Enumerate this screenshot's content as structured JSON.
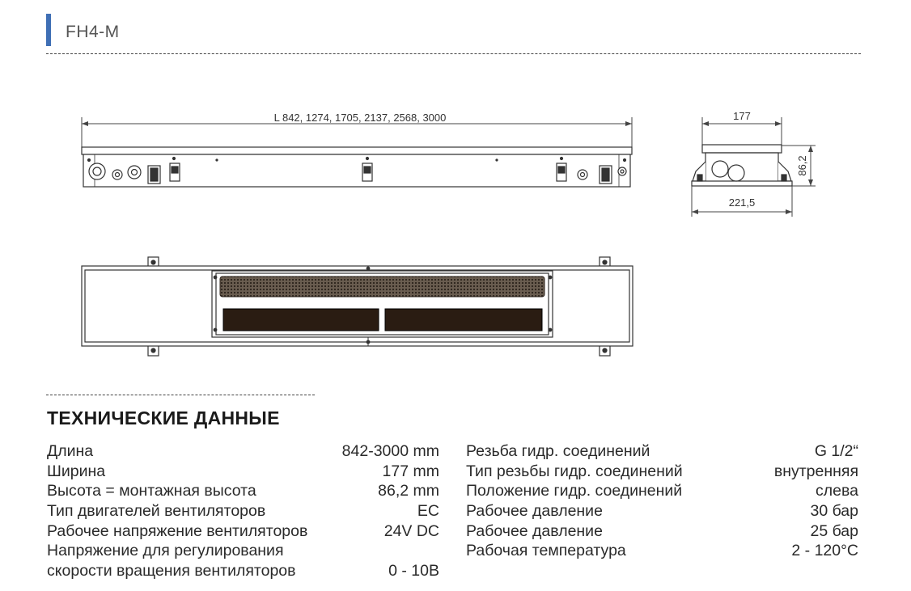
{
  "header": {
    "model": "FH4-M"
  },
  "drawing": {
    "length_label": "L 842, 1274, 1705, 2137, 2568, 3000",
    "width_label": "177",
    "height_label": "86,2",
    "bottom_width_label": "221,5"
  },
  "section": {
    "title": "ТЕХНИЧЕСКИЕ ДАННЫЕ"
  },
  "specs_left": [
    {
      "label": "Длина",
      "value": "842-3000 mm"
    },
    {
      "label": "Ширина",
      "value": "177 mm"
    },
    {
      "label": "Высота = монтажная высота",
      "value": "86,2 mm"
    },
    {
      "label": "Тип двигателей вентиляторов",
      "value": "EC"
    },
    {
      "label": "Рабочее напряжение вентиляторов",
      "value": "24V DC"
    },
    {
      "label": "Напряжение для регулирования\nскорости вращения вентиляторов",
      "value": "0 - 10В"
    }
  ],
  "specs_right": [
    {
      "label": "Резьба гидр. соединений",
      "value": "G 1/2“"
    },
    {
      "label": "Тип резьбы гидр. соединений",
      "value": "внутренняя"
    },
    {
      "label": "Положение гидр. соединений",
      "value": "слева"
    },
    {
      "label": "Рабочее давление",
      "value": "30 бар"
    },
    {
      "label": "Рабочее давление",
      "value": "25 бар"
    },
    {
      "label": "Рабочая температура",
      "value": "2 - 120°C"
    }
  ]
}
